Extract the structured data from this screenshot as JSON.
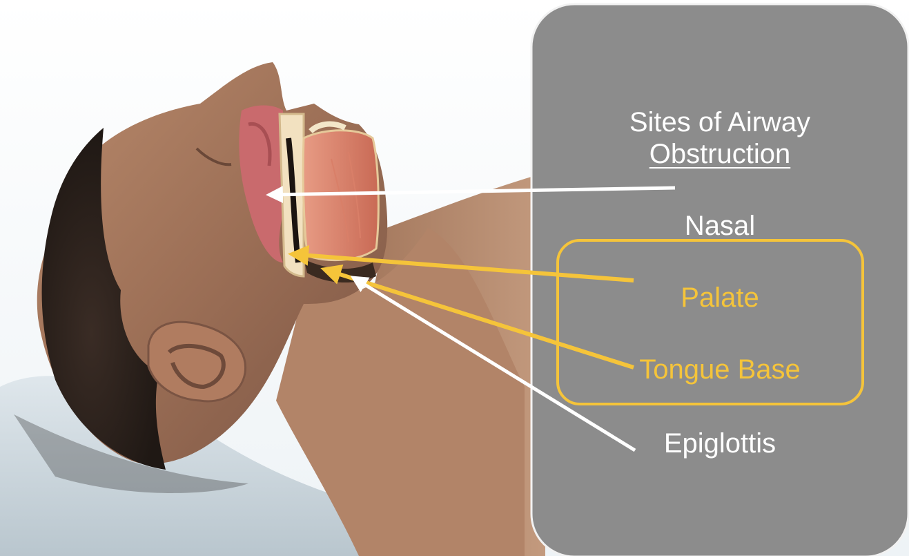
{
  "panel": {
    "title_line1": "Sites of Airway",
    "title_line2": "Obstruction",
    "sites": [
      {
        "label": "Nasal",
        "color": "#ffffff"
      },
      {
        "label": "Palate",
        "color": "#f5c43a"
      },
      {
        "label": "Tongue Base",
        "color": "#f5c43a"
      },
      {
        "label": "Epiglottis",
        "color": "#ffffff"
      }
    ]
  },
  "colors": {
    "panel_bg": "#8c8c8c",
    "highlight": "#f5c43a",
    "arrow_white": "#ffffff"
  }
}
